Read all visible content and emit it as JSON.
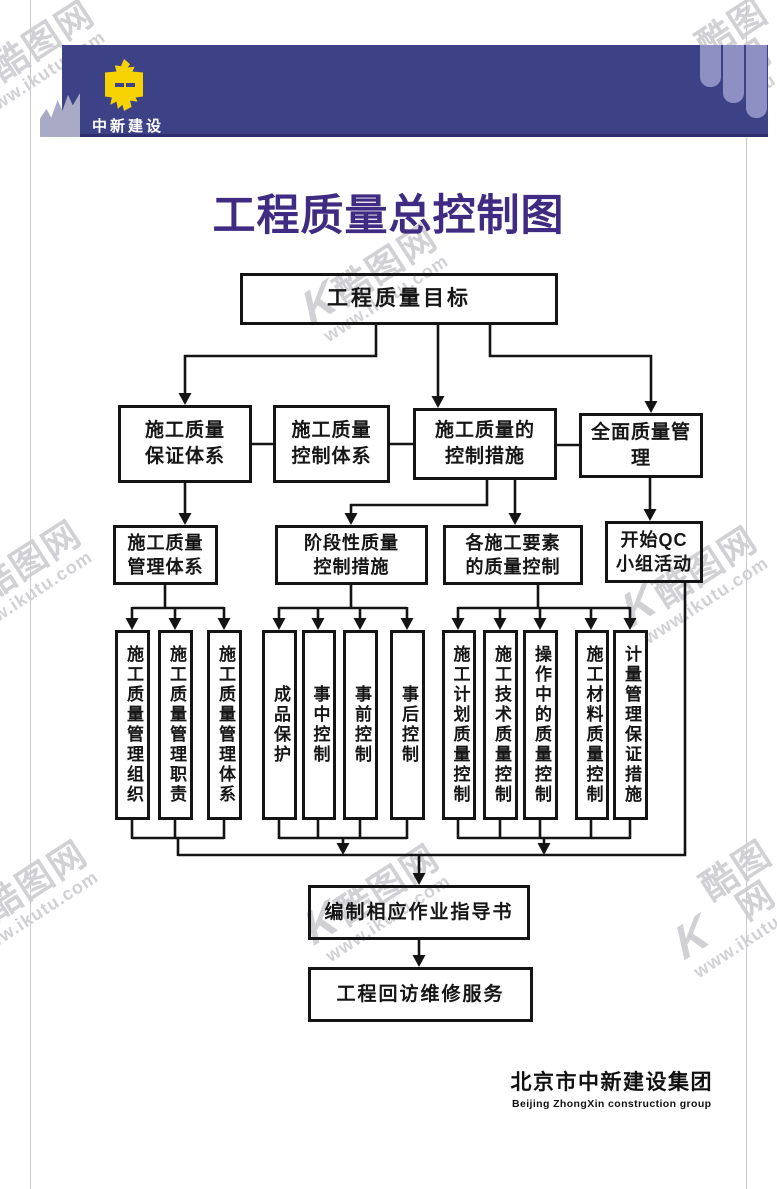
{
  "watermark": {
    "logo": "K",
    "site_name": "酷图网",
    "site_url": "www.ikutu.com"
  },
  "header": {
    "brand": "中新建设"
  },
  "title": "工程质量总控制图",
  "diagram": {
    "goal": "工程质量目标",
    "level2": [
      "施工质量\n保证体系",
      "施工质量\n控制体系",
      "施工质量的\n控制措施",
      "全面质量管理"
    ],
    "level3": [
      "施工质量\n管理体系",
      "阶段性质量\n控制措施",
      "各施工要素\n的质量控制",
      "开始QC\n小组活动"
    ],
    "level4": [
      "施工质量管理组织",
      "施工质量管理职责",
      "施工质量管理体系",
      "成品保护",
      "事中控制",
      "事前控制",
      "事后控制",
      "施工计划质量控制",
      "施工技术质量控制",
      "操作中的质量控制",
      "施工材料质量控制",
      "计量管理保证措施"
    ],
    "level5": [
      "编制相应作业指导书",
      "工程回访维修服务"
    ]
  },
  "footer": {
    "company_cn": "北京市中新建设集团",
    "company_en": "Beijing ZhongXin construction group"
  }
}
